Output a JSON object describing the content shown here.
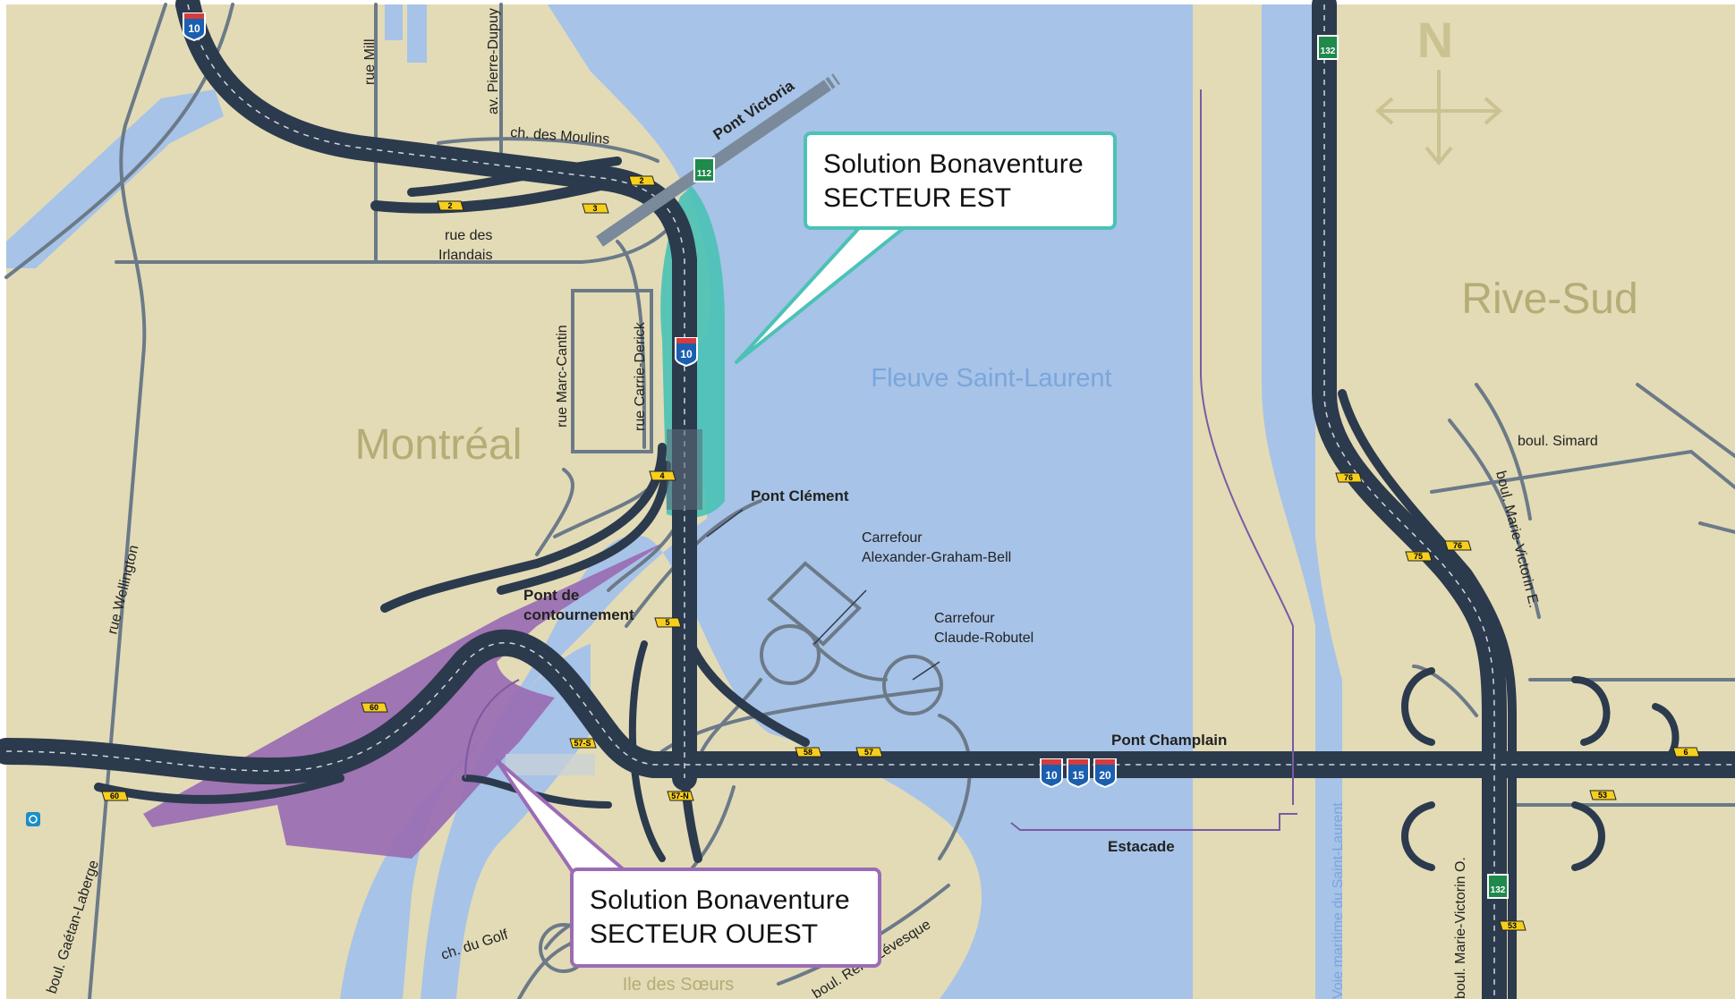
{
  "map": {
    "colors": {
      "land": "#e2dbb6",
      "water": "#a7c3e7",
      "highway": "#2c3a4d",
      "street": "#6c7a88",
      "est_zone": "#4cc2b6",
      "ouest_zone": "#9a6cb3",
      "region_label": "#b5ac76",
      "water_label": "#7aa6dd"
    },
    "region_labels": {
      "montreal": "Montréal",
      "rive_sud": "Rive-Sud",
      "fleuve": "Fleuve Saint-Laurent",
      "ile_des_soeurs": "Ile des Sœurs",
      "north": "N"
    },
    "structure_labels": {
      "pont_victoria": "Pont Victoria",
      "pont_clement": "Pont Clément",
      "pont_contournement_1": "Pont de",
      "pont_contournement_2": "contournement",
      "pont_champlain": "Pont Champlain",
      "estacade": "Estacade",
      "carrefour_agb_1": "Carrefour",
      "carrefour_agb_2": "Alexander-Graham-Bell",
      "carrefour_cr_1": "Carrefour",
      "carrefour_cr_2": "Claude-Robutel"
    },
    "street_labels": {
      "ch_des_moulins": "ch. des Moulins",
      "rue_des_irlandais_1": "rue des",
      "rue_des_irlandais_2": "Irlandais",
      "rue_mill": "rue Mill",
      "av_pierre_dupuy": "av. Pierre-Dupuy",
      "rue_marc_cantin": "rue Marc-Cantin",
      "rue_carrie_derick": "rue Carrie-Derick",
      "rue_wellington": "rue Wellington",
      "boul_gaetan_laberge": "boul. Gaétan-Laberge",
      "ch_du_golf": "ch. du Golf",
      "boul_rene_levesque": "boul. René-Lévesque",
      "boul_simard": "boul. Simard",
      "boul_marie_victorin_e": "boul. Marie-Victorin E.",
      "boul_marie_victorin_o": "boul. Marie-Victorin O.",
      "voie_maritime": "Voie maritime du Saint-Laurent"
    },
    "route_shields": {
      "a10": "10",
      "a15": "15",
      "a20": "20",
      "r112": "112",
      "r132": "132"
    },
    "exits": [
      "2",
      "2",
      "3",
      "4",
      "5",
      "60",
      "60",
      "57-S",
      "57-N",
      "58",
      "57",
      "76",
      "75",
      "76",
      "6",
      "53",
      "53"
    ],
    "callouts": {
      "est": {
        "line1": "Solution Bonaventure",
        "line2": "SECTEUR EST"
      },
      "ouest": {
        "line1": "Solution Bonaventure",
        "line2": "SECTEUR OUEST"
      }
    }
  }
}
